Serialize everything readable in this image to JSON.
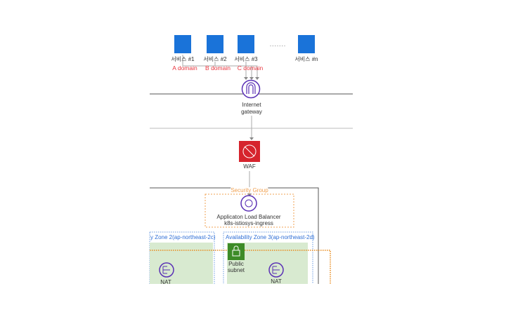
{
  "users": [
    {
      "label": "서비스 #1",
      "domain": "A domain"
    },
    {
      "label": "서비스 #2",
      "domain": "B domain"
    },
    {
      "label": "서비스 #3",
      "domain": "C domain"
    },
    {
      "label": "서비스 #n",
      "domain": ""
    }
  ],
  "ellipsis": "·······",
  "igw": {
    "line1": "Internet",
    "line2": "gateway"
  },
  "waf": {
    "label": "WAF"
  },
  "security_group": {
    "label": "Security Group"
  },
  "alb": {
    "line1": "Applicaton Load Balancer",
    "line2": "k8s-istiosys-ingress"
  },
  "zones": [
    {
      "label": "y Zone 2(ap-northeast-2c)",
      "nat": "NAT"
    },
    {
      "label": "Availability Zone 3(ap-northeast-2d)",
      "nat": "NAT"
    }
  ],
  "public_subnet": {
    "line1": "Public",
    "line2": "subnet"
  },
  "colors": {
    "user": "#1a73d9",
    "domain": "#e8333c",
    "igw": "#5a30b5",
    "waf": "#d6242d",
    "security_group": "#f0a050",
    "zone": "#6a9be0",
    "subnet": "#d8ead0",
    "subnet_icon": "#3d8b27",
    "route": "#e88a1a"
  }
}
